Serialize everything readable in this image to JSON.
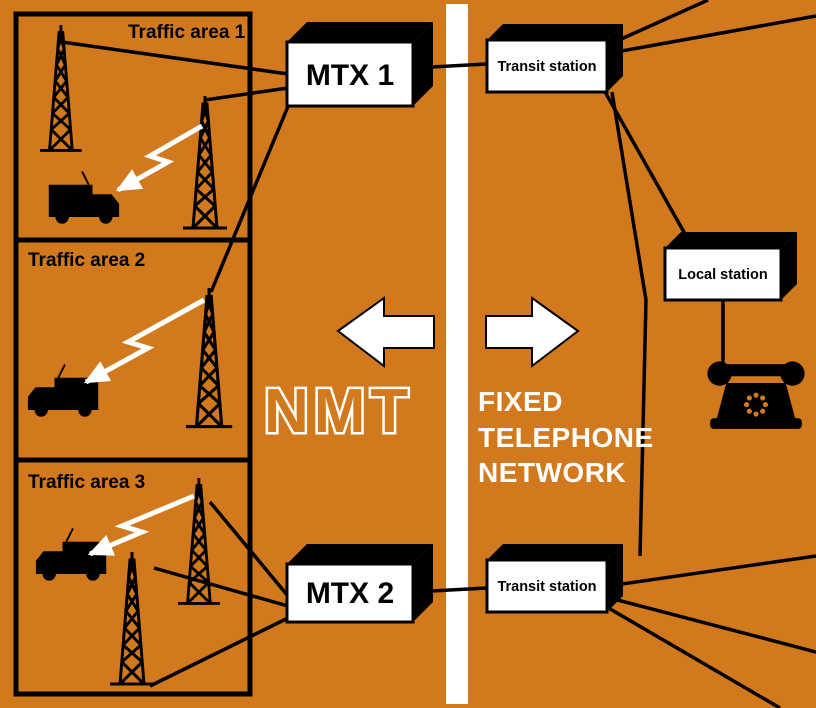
{
  "diagram": {
    "title": "NMT network diagram",
    "colors": {
      "background": "#d1791c",
      "stroke": "#000000",
      "panel": "#ffffff"
    },
    "traffic_areas": [
      {
        "label": "Traffic area 1"
      },
      {
        "label": "Traffic area 2"
      },
      {
        "label": "Traffic area 3"
      }
    ],
    "nodes": {
      "mtx1": {
        "label": "MTX 1"
      },
      "mtx2": {
        "label": "MTX 2"
      },
      "transit_top": {
        "label": "Transit station"
      },
      "transit_bottom": {
        "label": "Transit station"
      },
      "local_station": {
        "label": "Local station"
      }
    },
    "center": {
      "nmt_label": "NMT",
      "network_label_lines": [
        "FIXED",
        "TELEPHONE",
        "NETWORK"
      ]
    },
    "icons": {
      "tower": "radio-tower-icon",
      "truck": "mobile-unit-truck-icon",
      "phone": "rotary-telephone-icon",
      "radio_link": "radio-link-zigzag-arrow",
      "left_arrow": "left-block-arrow",
      "right_arrow": "right-block-arrow"
    }
  }
}
